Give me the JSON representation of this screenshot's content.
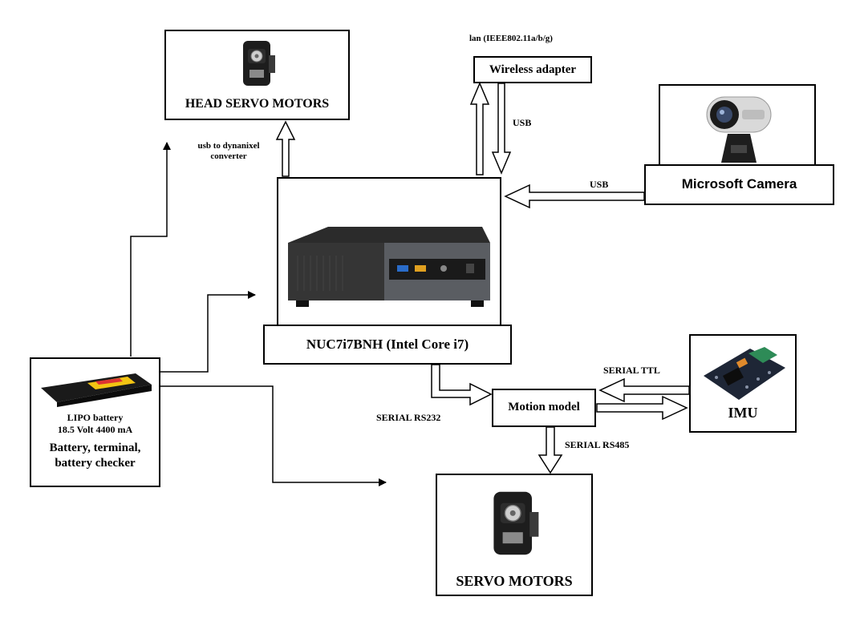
{
  "boxes": {
    "head_servo": "HEAD SERVO MOTORS",
    "wireless": "Wireless adapter",
    "camera": "Microsoft Camera",
    "nuc": "NUC7i7BNH (Intel Core i7)",
    "imu": "IMU",
    "motion": "Motion model",
    "servo": "SERVO MOTORS",
    "battery_line1": "LIPO battery",
    "battery_line2": "18.5 Volt 4400 mA",
    "battery_line3": "Battery, terminal,",
    "battery_line4": "battery checker"
  },
  "labels": {
    "lan": "lan (IEEE802.11a/b/g)",
    "usb_wireless": "USB",
    "usb_camera": "USB",
    "usb_dyn_1": "usb to dynanixel",
    "usb_dyn_2": "converter",
    "serial_ttl": "SERIAL  TTL",
    "serial_rs232": "SERIAL RS232",
    "serial_rs485": "SERIAL RS485"
  },
  "icons": {
    "servo": "servo-motor-icon",
    "camera": "webcam-icon",
    "nuc": "mini-pc-icon",
    "imu": "imu-board-icon",
    "battery": "lipo-battery-icon"
  }
}
